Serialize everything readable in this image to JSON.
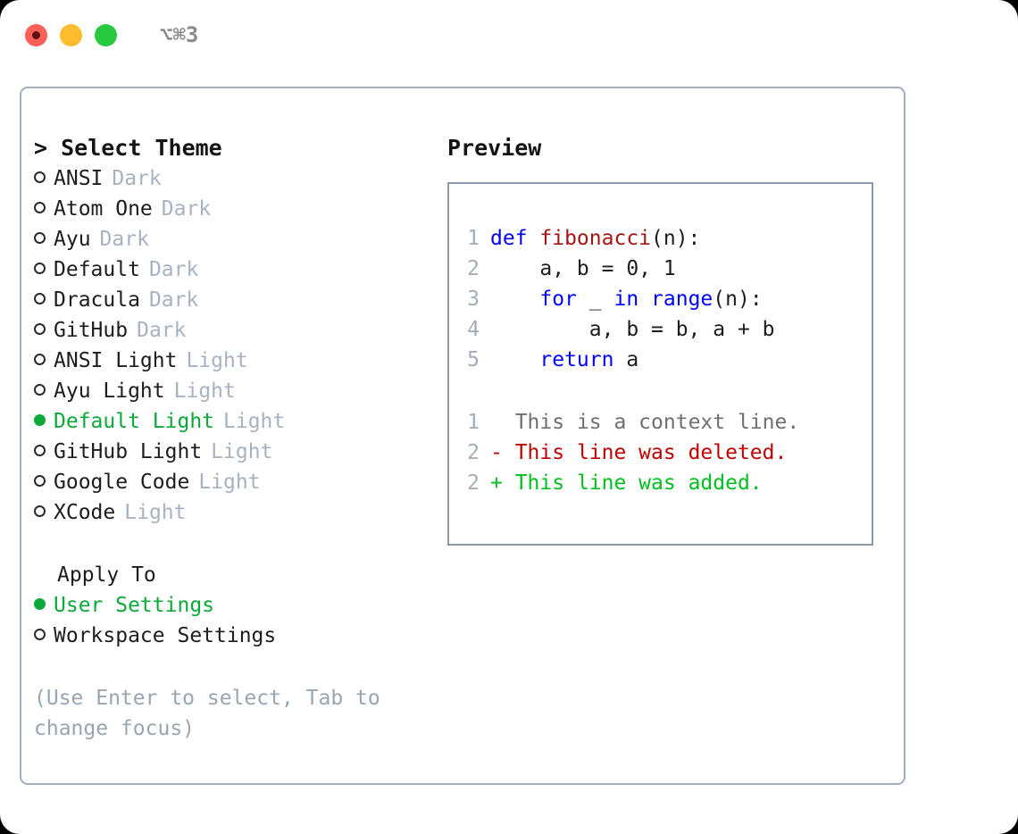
{
  "titlebar": {
    "shortcut": "⌥⌘3",
    "lights": [
      "close-red",
      "minimize-yellow",
      "maximize-green"
    ]
  },
  "left": {
    "header": "> Select Theme",
    "themes": [
      {
        "name": "ANSI",
        "tag": "Dark",
        "selected": false,
        "bullet": "○"
      },
      {
        "name": "Atom One",
        "tag": "Dark",
        "selected": false,
        "bullet": "○"
      },
      {
        "name": "Ayu",
        "tag": "Dark",
        "selected": false,
        "bullet": "○"
      },
      {
        "name": "Default",
        "tag": "Dark",
        "selected": false,
        "bullet": "○"
      },
      {
        "name": "Dracula",
        "tag": "Dark",
        "selected": false,
        "bullet": "○"
      },
      {
        "name": "GitHub",
        "tag": "Dark",
        "selected": false,
        "bullet": "○"
      },
      {
        "name": "ANSI Light",
        "tag": "Light",
        "selected": false,
        "bullet": "○"
      },
      {
        "name": "Ayu Light",
        "tag": "Light",
        "selected": false,
        "bullet": "○"
      },
      {
        "name": "Default Light",
        "tag": "Light",
        "selected": true,
        "bullet": "●"
      },
      {
        "name": "GitHub Light",
        "tag": "Light",
        "selected": false,
        "bullet": "○"
      },
      {
        "name": "Google Code",
        "tag": "Light",
        "selected": false,
        "bullet": "○"
      },
      {
        "name": "XCode",
        "tag": "Light",
        "selected": false,
        "bullet": "○"
      }
    ],
    "apply_to": {
      "title": "Apply To",
      "options": [
        {
          "name": "User Settings",
          "selected": true,
          "bullet": "●"
        },
        {
          "name": "Workspace Settings",
          "selected": false,
          "bullet": "○"
        }
      ]
    },
    "hint": "(Use Enter to select, Tab to change focus)"
  },
  "preview": {
    "title": "Preview",
    "code_lines": [
      {
        "no": "1",
        "tokens": [
          {
            "t": "def ",
            "c": "kw"
          },
          {
            "t": "fibonacci",
            "c": "fn"
          },
          {
            "t": "(n):",
            "c": "plain"
          }
        ]
      },
      {
        "no": "2",
        "tokens": [
          {
            "t": "    a, b = 0, 1",
            "c": "plain"
          }
        ]
      },
      {
        "no": "3",
        "tokens": [
          {
            "t": "    ",
            "c": "plain"
          },
          {
            "t": "for",
            "c": "kw"
          },
          {
            "t": " _ ",
            "c": "plain"
          },
          {
            "t": "in",
            "c": "kw"
          },
          {
            "t": " ",
            "c": "plain"
          },
          {
            "t": "range",
            "c": "kw"
          },
          {
            "t": "(n):",
            "c": "plain"
          }
        ]
      },
      {
        "no": "4",
        "tokens": [
          {
            "t": "        a, b = b, a + b",
            "c": "plain"
          }
        ]
      },
      {
        "no": "5",
        "tokens": [
          {
            "t": "    ",
            "c": "plain"
          },
          {
            "t": "return",
            "c": "kw"
          },
          {
            "t": " a",
            "c": "plain"
          }
        ]
      }
    ],
    "diff_lines": [
      {
        "no": "1",
        "marker": " ",
        "text": " This is a context line.",
        "kind": "ctx"
      },
      {
        "no": "2",
        "marker": "-",
        "text": " This line was deleted.",
        "kind": "del"
      },
      {
        "no": "2",
        "marker": "+",
        "text": " This line was added.",
        "kind": "add"
      }
    ]
  },
  "colors": {
    "accent_green": "#0ba83a",
    "diff_add": "#00bf1f",
    "diff_del": "#c00000",
    "keyword_blue": "#0000ff",
    "function_red": "#a31515",
    "muted": "#a8b2c0",
    "border": "#a4afbd"
  }
}
